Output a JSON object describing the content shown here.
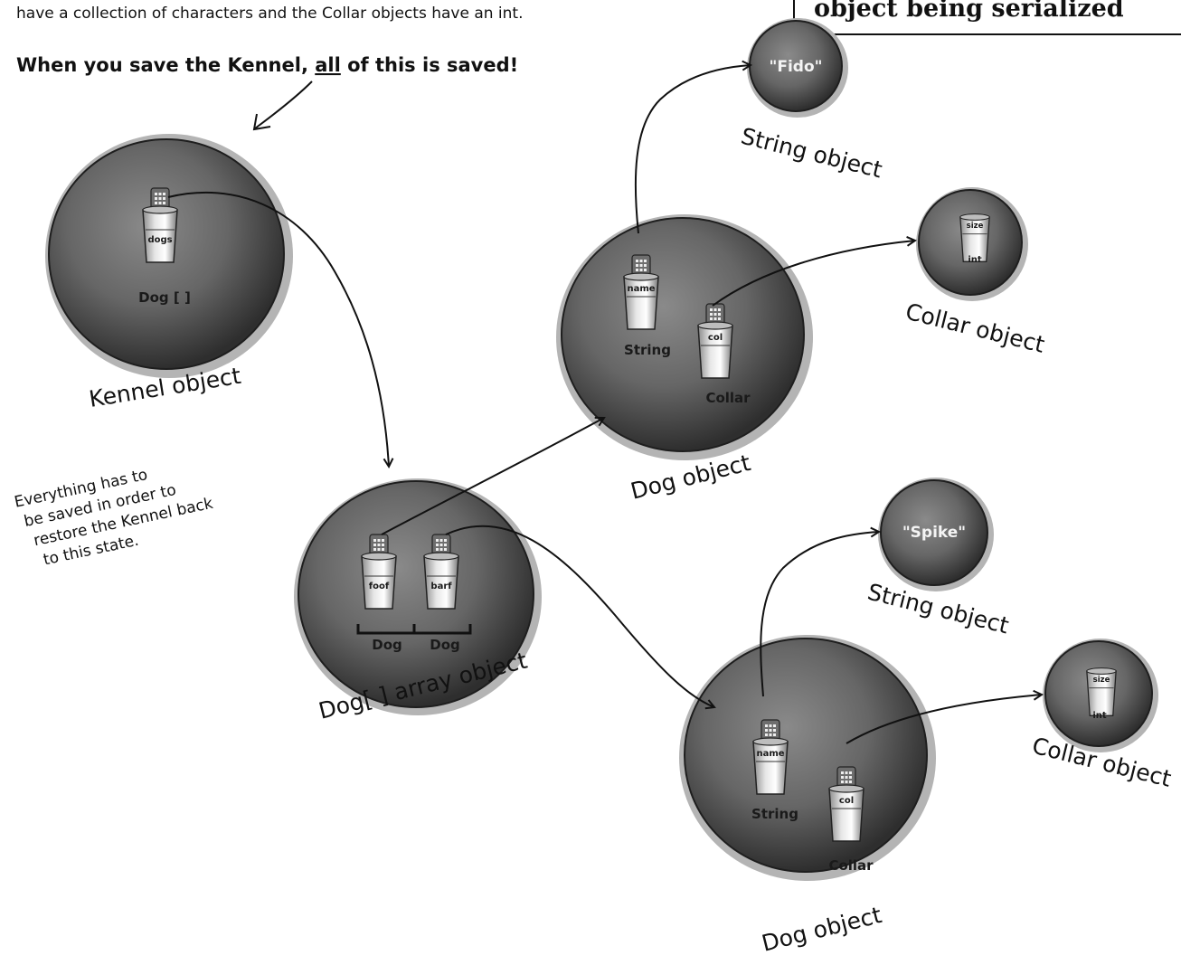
{
  "intro_text": "have a collection of characters and the Collar objects have an int.",
  "headline": {
    "before": "When you save the Kennel, ",
    "emphasis": "all",
    "after": " of this is saved!"
  },
  "corner_box_text": "object being serialized",
  "side_note": [
    "Everything has to",
    "be saved in order to",
    "restore the Kennel back",
    "to this state."
  ],
  "objects": {
    "kennel": {
      "caption": "Kennel object",
      "var_name": "dogs",
      "type_label": "Dog [ ]"
    },
    "dog_array": {
      "caption": "Dog[ ] array object",
      "vars": [
        "foof",
        "barf"
      ],
      "types": [
        "Dog",
        "Dog"
      ]
    },
    "dog1": {
      "caption": "Dog object",
      "vars": [
        "name",
        "col"
      ],
      "types": [
        "String",
        "Collar"
      ]
    },
    "dog2": {
      "caption": "Dog object",
      "vars": [
        "name",
        "col"
      ],
      "types": [
        "String",
        "Collar"
      ]
    },
    "string1": {
      "caption": "String object",
      "value": "\"Fido\""
    },
    "string2": {
      "caption": "String object",
      "value": "\"Spike\""
    },
    "collar1": {
      "caption": "Collar object",
      "var_name": "size",
      "type_label": "int"
    },
    "collar2": {
      "caption": "Collar object",
      "var_name": "size",
      "type_label": "int"
    }
  },
  "colors": {
    "sphere_light": "#8a8a8a",
    "sphere_mid": "#666666",
    "sphere_dark": "#2e2e2e",
    "halo": "#b4b4b4",
    "cup": "#d9d9d9",
    "ink": "#111111"
  }
}
